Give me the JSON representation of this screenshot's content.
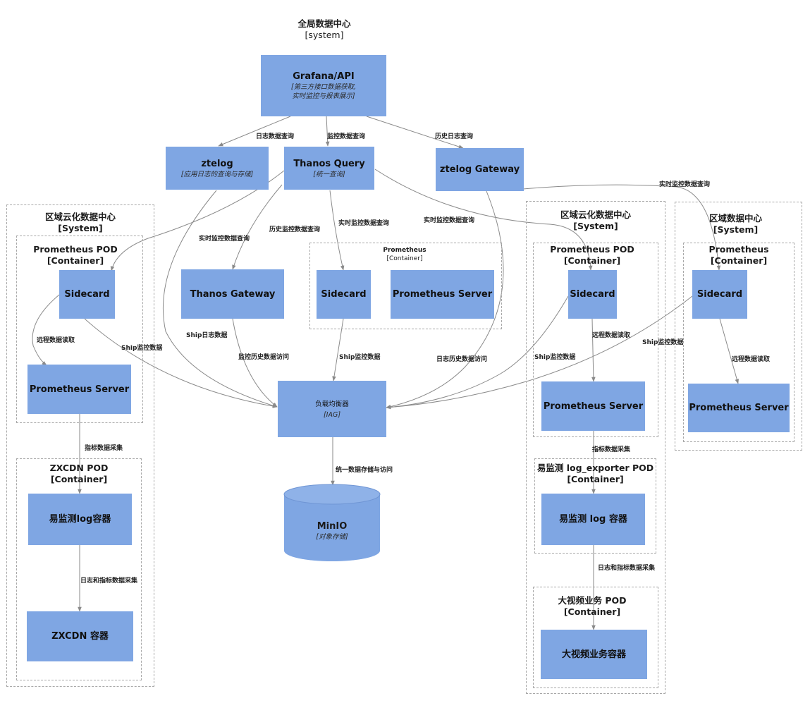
{
  "title": {
    "name": "全局数据中心",
    "type": "[system]"
  },
  "boundaries": {
    "left": {
      "name": "区域云化数据中心",
      "type": "[System]"
    },
    "left_pod1": {
      "name": "Prometheus POD",
      "type": "[Container]"
    },
    "left_pod2": {
      "name": "ZXCDN POD",
      "type": "[Container]"
    },
    "center_prom": {
      "name": "Prometheus",
      "type": "[Container]"
    },
    "mid": {
      "name": "区域云化数据中心",
      "type": "[System]"
    },
    "mid_pod1": {
      "name": "Prometheus POD",
      "type": "[Container]"
    },
    "mid_pod2": {
      "name": "易监测 log_exporter POD",
      "type": "[Container]"
    },
    "mid_pod3": {
      "name": "大视频业务 POD",
      "type": "[Container]"
    },
    "right": {
      "name": "区域数据中心",
      "type": "[System]"
    },
    "right_pod": {
      "name": "Prometheus",
      "type": "[Container]"
    }
  },
  "nodes": {
    "grafana": {
      "name": "Grafana/API",
      "desc": "[第三方接口数据获取,\n实时监控与报表展示]"
    },
    "ztelog": {
      "name": "ztelog",
      "desc": "[应用日志的查询与存储]"
    },
    "thanos_query": {
      "name": "Thanos Query",
      "desc": "[统一查询]"
    },
    "ztelog_gateway": {
      "name": "ztelog Gateway"
    },
    "left_sidecard": {
      "name": "Sidecard"
    },
    "left_prom_server": {
      "name": "Prometheus Server"
    },
    "left_log": {
      "name": "易监测log容器"
    },
    "left_zxcdn": {
      "name": "ZXCDN 容器"
    },
    "thanos_gateway": {
      "name": "Thanos Gateway"
    },
    "center_sidecard": {
      "name": "Sidecard"
    },
    "center_prom_server": {
      "name": "Prometheus Server"
    },
    "lb": {
      "name": "负载均衡器",
      "desc": "[IAG]"
    },
    "minio": {
      "name": "MinIO",
      "desc": "[对象存储]"
    },
    "mid_sidecard": {
      "name": "Sidecard"
    },
    "mid_prom_server": {
      "name": "Prometheus Server"
    },
    "mid_log": {
      "name": "易监测 log 容器"
    },
    "mid_video": {
      "name": "大视频业务容器"
    },
    "right_sidecard": {
      "name": "Sidecard"
    },
    "right_prom_server": {
      "name": "Prometheus Server"
    }
  },
  "edges": {
    "e1": "日志数据查询",
    "e2": "监控数据查询",
    "e3": "历史日志查询",
    "e4": "实时监控数据查询",
    "e5": "实时监控数据查询",
    "e6": "历史监控数据查询",
    "e7": "实时监控数据查询",
    "e8": "实时监控数据查询",
    "e9": "远程数据读取",
    "e10": "Ship监控数据",
    "e11": "Ship日志数据",
    "e12": "监控历史数据访问",
    "e13": "Ship监控数据",
    "e14": "日志历史数据访问",
    "e15": "Ship监控数据",
    "e16": "Ship监控数据",
    "e17": "远程数据读取",
    "e18": "远程数据读取",
    "e19": "指标数据采集",
    "e20": "日志和指标数据采集",
    "e21": "统一数据存储与访问",
    "e22": "指标数据采集",
    "e23": "日志和指标数据采集"
  },
  "colors": {
    "node_fill": "#7fa6e3",
    "boundary": "#a8a8a8",
    "edge": "#8a8a8a"
  }
}
